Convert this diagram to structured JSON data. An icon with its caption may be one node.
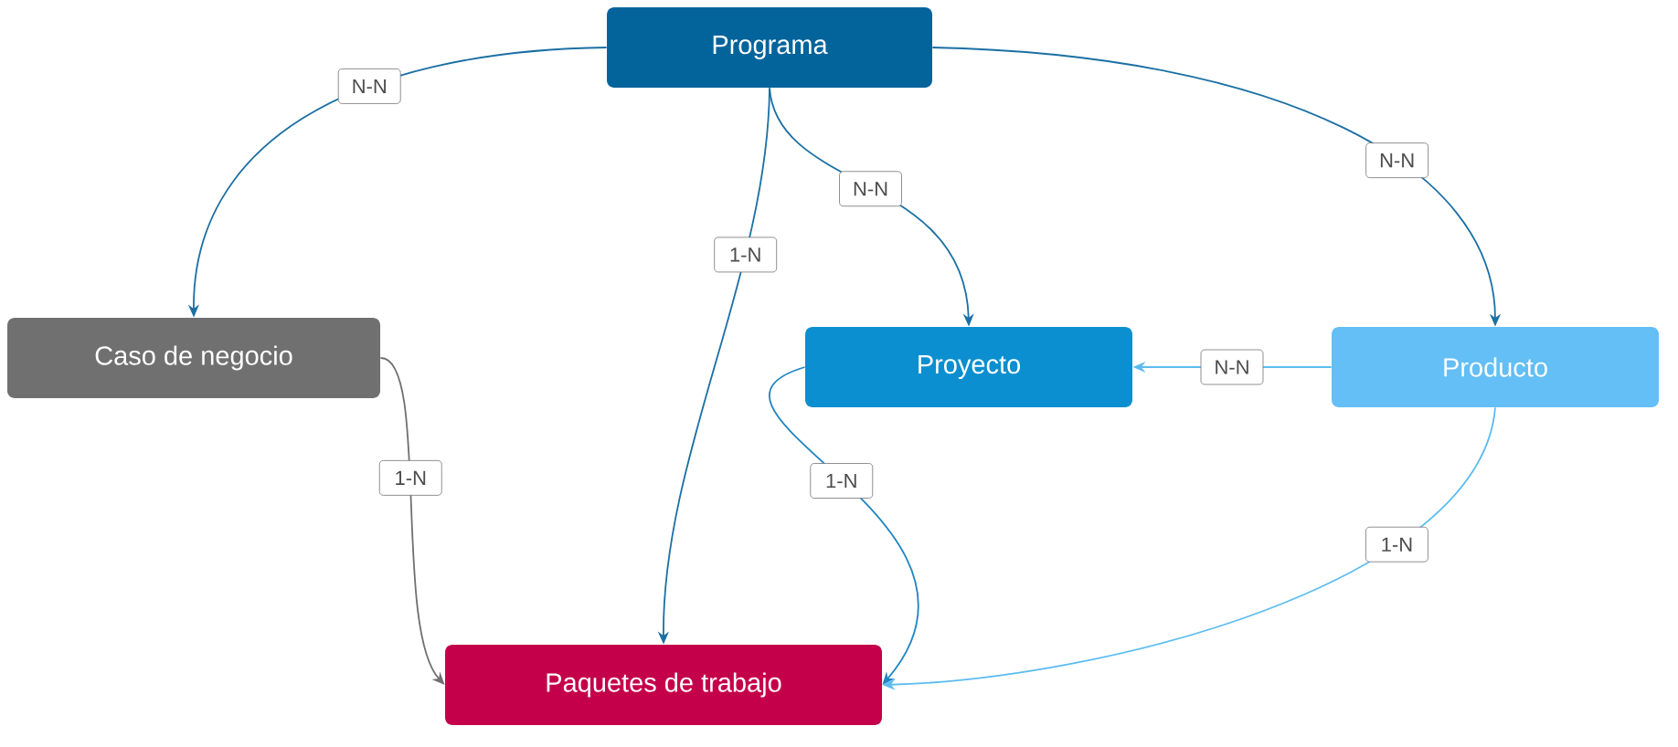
{
  "diagram": {
    "nodes": [
      {
        "text": [
          "Programa"
        ]
      },
      {
        "text": [
          "Caso de negocio"
        ]
      },
      {
        "text": [
          "Proyecto"
        ]
      },
      {
        "text": [
          "Producto"
        ]
      },
      {
        "text": [
          "Paquetes de trabajo"
        ]
      }
    ],
    "edges": [
      {
        "from": 0,
        "to": 1,
        "arrow": "to",
        "label": "N-N"
      },
      {
        "from": 0,
        "to": 4,
        "arrow": "to",
        "label": "1-N"
      },
      {
        "from": 0,
        "to": 2,
        "arrow": "to",
        "label": "N-N"
      },
      {
        "from": 0,
        "to": 3,
        "arrow": "to",
        "label": "N-N"
      },
      {
        "from": 3,
        "to": 2,
        "arrow": "to",
        "label": "N-N",
        "color": "#5bbcf0"
      },
      {
        "from": 1,
        "to": 4,
        "arrow": "to",
        "label": "1-N",
        "color": "#707070"
      },
      {
        "from": 2,
        "to": 4,
        "arrow": "to",
        "label": "1-N",
        "color": "#1f86c2"
      },
      {
        "from": 3,
        "to": 4,
        "arrow": "to",
        "label": "1-N",
        "color": "#5bbcf0"
      }
    ]
  }
}
